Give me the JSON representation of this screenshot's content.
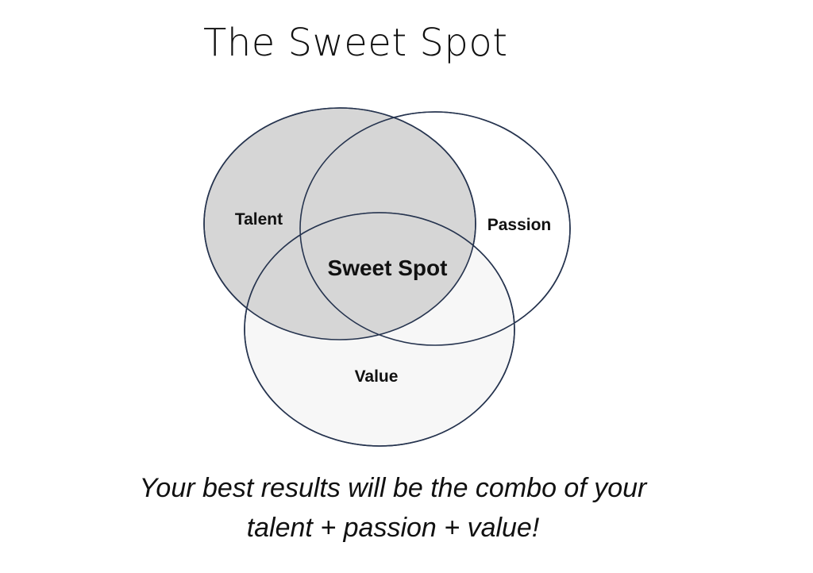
{
  "title": "The Sweet Spot",
  "venn": {
    "sets": [
      "Talent",
      "Passion",
      "Value"
    ],
    "center_label": "Sweet Spot",
    "colors": {
      "outline": "#26344f",
      "talent_fill": "#d6d6d6",
      "overlap_fill": "#d6d6d6",
      "value_fill": "#f7f7f7",
      "passion_fill": "#ffffff"
    }
  },
  "caption": {
    "line1": "Your best results will be the combo of your",
    "line2": "talent + passion + value!"
  }
}
